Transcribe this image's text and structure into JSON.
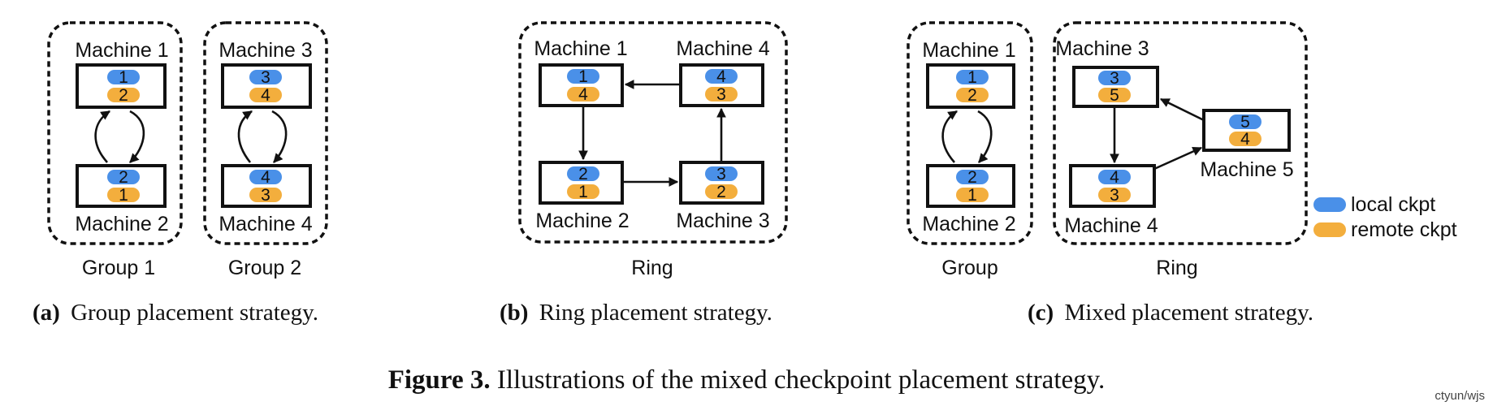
{
  "machine_prefix": "Machine",
  "colors": {
    "local": "#4a90e8",
    "remote": "#f3ae3d"
  },
  "panels": [
    {
      "id": "a",
      "caption_letter": "(a)",
      "caption_text": "Group placement strategy.",
      "groups": [
        {
          "label": "Group 1"
        },
        {
          "label": "Group 2"
        }
      ],
      "machines": [
        {
          "name": "Machine 1",
          "local": "1",
          "remote": "2"
        },
        {
          "name": "Machine 2",
          "local": "2",
          "remote": "1"
        },
        {
          "name": "Machine 3",
          "local": "3",
          "remote": "4"
        },
        {
          "name": "Machine 4",
          "local": "4",
          "remote": "3"
        }
      ]
    },
    {
      "id": "b",
      "caption_letter": "(b)",
      "caption_text": "Ring placement strategy.",
      "groups": [
        {
          "label": "Ring"
        }
      ],
      "machines": [
        {
          "name": "Machine 1",
          "local": "1",
          "remote": "4"
        },
        {
          "name": "Machine 4",
          "local": "4",
          "remote": "3"
        },
        {
          "name": "Machine 2",
          "local": "2",
          "remote": "1"
        },
        {
          "name": "Machine 3",
          "local": "3",
          "remote": "2"
        }
      ]
    },
    {
      "id": "c",
      "caption_letter": "(c)",
      "caption_text": "Mixed placement strategy.",
      "groups": [
        {
          "label": "Group"
        },
        {
          "label": "Ring"
        }
      ],
      "machines": [
        {
          "name": "Machine 1",
          "local": "1",
          "remote": "2"
        },
        {
          "name": "Machine 2",
          "local": "2",
          "remote": "1"
        },
        {
          "name": "Machine 3",
          "local": "3",
          "remote": "5"
        },
        {
          "name": "Machine 5",
          "local": "5",
          "remote": "4"
        },
        {
          "name": "Machine 4",
          "local": "4",
          "remote": "3"
        }
      ]
    }
  ],
  "legend": [
    {
      "label": "local ckpt",
      "color": "#4a90e8"
    },
    {
      "label": "remote ckpt",
      "color": "#f3ae3d"
    }
  ],
  "figure_caption": {
    "prefix": "Figure 3.",
    "text": " Illustrations of the mixed checkpoint placement strategy."
  },
  "watermark": "ctyun/wjs"
}
